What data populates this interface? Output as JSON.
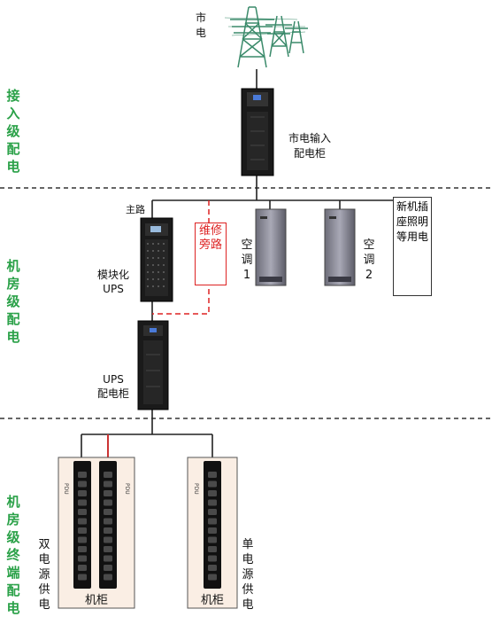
{
  "zones": {
    "access": "接入级配电",
    "room": "机房级配电",
    "terminal": "机房级终端配电"
  },
  "nodes": {
    "city_power": "市电",
    "mains_cabinet_line1": "市电输入",
    "mains_cabinet_line2": "配电柜",
    "main_path": "主路",
    "modular_ups_line1": "模块化",
    "modular_ups_line2": "UPS",
    "bypass": "维修旁路",
    "ac1": "空调1",
    "ac2": "空调2",
    "lighting": "新机插座照明等用电",
    "ups_cabinet_line1": "UPS",
    "ups_cabinet_line2": "配电柜",
    "dual_power": "双电源供电",
    "single_power": "单电源供电",
    "rack_left": "机柜",
    "rack_right": "机柜",
    "pdu": "PDU"
  },
  "colors": {
    "zone_text": "#2aa148",
    "bypass": "#d22222",
    "tower": "#3a8a6a"
  }
}
